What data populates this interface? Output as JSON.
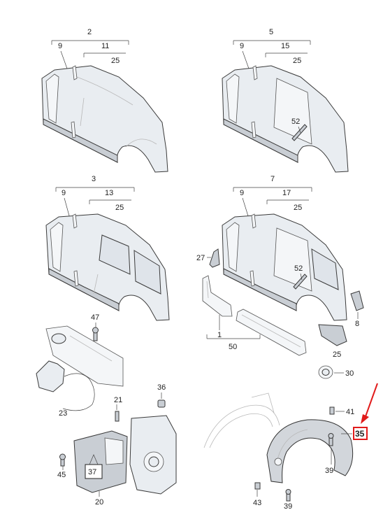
{
  "diagram": {
    "callouts": {
      "g1_assembly": "2",
      "g1_pillar": "9",
      "g1_section": "11",
      "g1_panel": "25",
      "g2_assembly": "5",
      "g2_pillar": "9",
      "g2_section": "15",
      "g2_panel": "25",
      "g2_strip": "52",
      "g3_assembly": "3",
      "g3_pillar": "9",
      "g3_section": "13",
      "g3_panel": "25",
      "g4_assembly": "7",
      "g4_pillar": "9",
      "g4_section": "17",
      "g4_panel": "25",
      "g4_strip": "52",
      "g4_bracket_left": "27",
      "g4_bracket_right": "8",
      "g4_sill_piece": "1",
      "g4_sill_group": "50",
      "g4_corner_piece": "25",
      "g4_grommet": "30",
      "fuel_screw": "47",
      "fuel_cable": "23",
      "fuel_cap": "36",
      "fuel_pin": "21",
      "fuel_bolt": "45",
      "fuel_boxed": "37",
      "fuel_flap": "20",
      "liner_clip_top": "41",
      "liner_part": "35",
      "liner_screw_mid": "39",
      "liner_clip_bottom": "43",
      "liner_screw_bottom": "39"
    },
    "highlight_color": "#e11b1b"
  }
}
